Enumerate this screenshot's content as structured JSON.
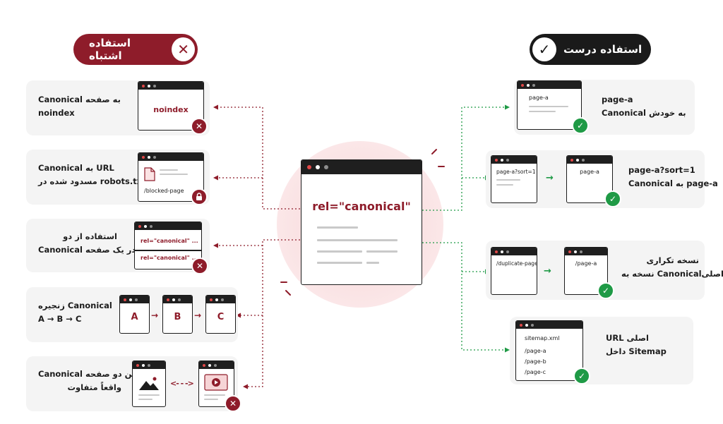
{
  "header": {
    "wrong_label": "استفاده اشتباه",
    "correct_label": "استفاده درست"
  },
  "center": {
    "label": "rel=\"canonical\""
  },
  "wrong": {
    "noindex": {
      "text1": "Canonical به صفحه",
      "text2": "noindex",
      "window_text": "noindex"
    },
    "robots": {
      "text1": "Canonical به URL",
      "text2": "مسدود شده در robots.txt",
      "window_text": "/blocked-page"
    },
    "two_canonical": {
      "text1": "استفاده از دو",
      "text2": "Canonical در یک صفحه",
      "line1": "rel=\"canonical\" ...",
      "line2": "rel=\"canonical\" ..."
    },
    "chain": {
      "text1": "زنجیره Canonical",
      "text2": "A → B → C",
      "a": "A",
      "b": "B",
      "c": "C"
    },
    "different": {
      "text1": "Canonical بین دو صفحه",
      "text2": "واقعاً متفاوت"
    }
  },
  "correct": {
    "self": {
      "text1": "page-a",
      "text2": "Canonical به خودش",
      "window_text": "page-a"
    },
    "sort": {
      "text1": "page-a?sort=1",
      "text2": "Canonical به page-a",
      "from_text": "page-a?sort=1",
      "to_text": "page-a"
    },
    "duplicate": {
      "text1": "نسخه تکراری",
      "text2": "نسخه به Canonicalاصلی",
      "from_text": "/duplicate-page",
      "to_text": "/page-a"
    },
    "sitemap": {
      "text1": "URL اصلی",
      "text2": "داخل Sitemap",
      "title": "sitemap.xml",
      "items": [
        "/page-a",
        "/page-b",
        "/page-c"
      ]
    }
  },
  "colors": {
    "wrong": "#8e1c2a",
    "correct": "#1f9a46",
    "dark": "#1c1c1c",
    "card": "#f4f4f4"
  },
  "icons": {
    "wrong": "close-icon",
    "correct": "check-icon",
    "lock": "lock-icon",
    "file": "file-icon",
    "image": "image-icon",
    "video": "play-icon"
  }
}
